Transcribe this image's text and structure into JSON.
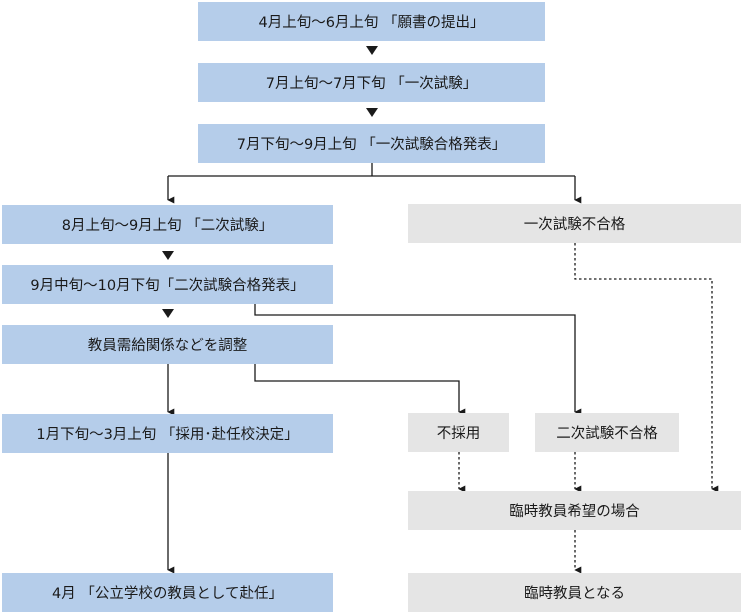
{
  "flow": {
    "step1": "4月上旬〜6月上旬 「願書の提出」",
    "step2": "7月上旬〜7月下旬 「一次試験」",
    "step3": "7月下旬〜9月上旬 「一次試験合格発表」",
    "step4": "8月上旬〜9月上旬 「二次試験」",
    "step5": "9月中旬〜10月下旬「二次試験合格発表」",
    "step6": "教員需給関係などを調整",
    "step7": "1月下旬〜3月上旬 「採用･赴任校決定」",
    "step8": "4月 「公立学校の教員として赴任」",
    "fail1": "一次試験不合格",
    "not_hired": "不採用",
    "fail2": "二次試験不合格",
    "temp_wish": "臨時教員希望の場合",
    "temp_result": "臨時教員となる"
  },
  "colors": {
    "main_box": "#b5cdea",
    "side_box": "#e5e5e5",
    "line": "#1a1a1a"
  }
}
